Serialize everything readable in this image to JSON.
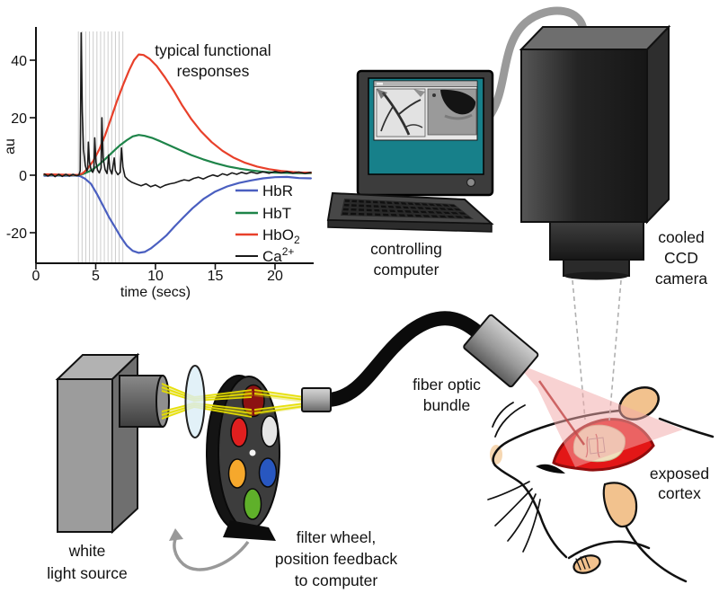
{
  "chart_data": {
    "type": "line",
    "title": [
      "typical functional",
      "responses"
    ],
    "ylabel": "au",
    "xlabel": "time (secs)",
    "xlim": [
      0,
      23
    ],
    "ylim": [
      -30,
      52
    ],
    "xticks": [
      0,
      5,
      10,
      15,
      20
    ],
    "yticks": [
      40,
      20,
      0,
      -20
    ],
    "grid": false,
    "legend_position": "lower right",
    "stimulus": {
      "t_start": 3.55,
      "t_end": 7.27,
      "count": 13,
      "color": "#cccccc"
    },
    "series": [
      {
        "name": "HbR",
        "label": "HbR",
        "color": "#4a5fc0",
        "points": [
          [
            0.7,
            -0.2
          ],
          [
            1.5,
            -0.1
          ],
          [
            2.5,
            -0.2
          ],
          [
            3.3,
            -0.1
          ],
          [
            3.7,
            -0.3
          ],
          [
            4.1,
            -1.2
          ],
          [
            4.6,
            -3
          ],
          [
            5.1,
            -6.5
          ],
          [
            5.6,
            -10.5
          ],
          [
            6.1,
            -14.5
          ],
          [
            6.6,
            -18
          ],
          [
            7.1,
            -21.5
          ],
          [
            7.6,
            -24.5
          ],
          [
            8.1,
            -26.3
          ],
          [
            8.6,
            -27
          ],
          [
            9.1,
            -26.7
          ],
          [
            9.6,
            -25.5
          ],
          [
            10.2,
            -23.5
          ],
          [
            10.9,
            -21
          ],
          [
            11.6,
            -17.8
          ],
          [
            12.3,
            -14.8
          ],
          [
            13.1,
            -11.5
          ],
          [
            14,
            -8.3
          ],
          [
            15,
            -5.7
          ],
          [
            16,
            -3.9
          ],
          [
            17,
            -2.7
          ],
          [
            18,
            -1.8
          ],
          [
            19,
            -1.1
          ],
          [
            20,
            -0.7
          ],
          [
            21,
            -0.6
          ],
          [
            22,
            -1
          ],
          [
            23,
            -1.1
          ]
        ]
      },
      {
        "name": "HbT",
        "label": "HbT",
        "color": "#1e8449",
        "points": [
          [
            0.7,
            0.1
          ],
          [
            2,
            0
          ],
          [
            3.5,
            0
          ],
          [
            4,
            0.5
          ],
          [
            4.6,
            1.6
          ],
          [
            5.2,
            3.4
          ],
          [
            5.8,
            5.6
          ],
          [
            6.4,
            8
          ],
          [
            7,
            10.3
          ],
          [
            7.6,
            12.2
          ],
          [
            8.1,
            13.5
          ],
          [
            8.6,
            14
          ],
          [
            9.1,
            13.7
          ],
          [
            9.7,
            13
          ],
          [
            10.4,
            11.8
          ],
          [
            11.2,
            10.3
          ],
          [
            12,
            8.8
          ],
          [
            13,
            7
          ],
          [
            14,
            5.5
          ],
          [
            15,
            4.2
          ],
          [
            16,
            3.1
          ],
          [
            17,
            2.3
          ],
          [
            18,
            1.7
          ],
          [
            19,
            1.2
          ],
          [
            20,
            0.9
          ],
          [
            21,
            0.8
          ],
          [
            22,
            0.7
          ],
          [
            23,
            0.7
          ]
        ]
      },
      {
        "name": "HbO2",
        "label": "HbO",
        "label_sub": "2",
        "color": "#e8402a",
        "points": [
          [
            0.7,
            0.3
          ],
          [
            2,
            0.2
          ],
          [
            3.5,
            0.1
          ],
          [
            3.9,
            0.6
          ],
          [
            4.3,
            2.2
          ],
          [
            4.8,
            5
          ],
          [
            5.3,
            9
          ],
          [
            5.8,
            14
          ],
          [
            6.3,
            20
          ],
          [
            6.8,
            26
          ],
          [
            7.3,
            31.5
          ],
          [
            7.8,
            36.5
          ],
          [
            8.2,
            40
          ],
          [
            8.6,
            42
          ],
          [
            9,
            41.8
          ],
          [
            9.5,
            40.5
          ],
          [
            10.1,
            38
          ],
          [
            10.8,
            34
          ],
          [
            11.5,
            29.5
          ],
          [
            12.2,
            24.5
          ],
          [
            13,
            19.5
          ],
          [
            13.8,
            15.3
          ],
          [
            14.7,
            11.5
          ],
          [
            15.6,
            8.5
          ],
          [
            16.5,
            6.2
          ],
          [
            17.5,
            4.3
          ],
          [
            18.5,
            3
          ],
          [
            19.5,
            2.1
          ],
          [
            20.5,
            1.5
          ],
          [
            21.5,
            1.1
          ],
          [
            22.3,
            0.9
          ],
          [
            23,
            0.9
          ]
        ]
      },
      {
        "name": "Ca2+",
        "label": "Ca",
        "label_sup": "2+",
        "color": "#1a1a1a",
        "points": [
          [
            0.7,
            0.4
          ],
          [
            1,
            -0.3
          ],
          [
            1.3,
            0.4
          ],
          [
            1.6,
            -0.5
          ],
          [
            1.9,
            0.3
          ],
          [
            2.2,
            -0.4
          ],
          [
            2.5,
            0.3
          ],
          [
            2.8,
            -0.3
          ],
          [
            3.1,
            0.3
          ],
          [
            3.4,
            -0.2
          ],
          [
            3.6,
            0.1
          ],
          [
            3.7,
            1.5
          ],
          [
            3.78,
            49.5
          ],
          [
            3.88,
            22
          ],
          [
            3.98,
            9
          ],
          [
            4.12,
            3.5
          ],
          [
            4.25,
            1.5
          ],
          [
            4.32,
            2
          ],
          [
            4.38,
            11.5
          ],
          [
            4.48,
            4.5
          ],
          [
            4.62,
            1.8
          ],
          [
            4.75,
            1
          ],
          [
            4.85,
            2
          ],
          [
            4.92,
            13
          ],
          [
            5.02,
            4.5
          ],
          [
            5.15,
            1.8
          ],
          [
            5.3,
            0.8
          ],
          [
            5.45,
            2.5
          ],
          [
            5.52,
            20
          ],
          [
            5.62,
            6
          ],
          [
            5.78,
            2
          ],
          [
            5.95,
            0.6
          ],
          [
            6.08,
            7
          ],
          [
            6.18,
            2.2
          ],
          [
            6.35,
            0.4
          ],
          [
            6.55,
            6
          ],
          [
            6.65,
            1.6
          ],
          [
            6.85,
            0.2
          ],
          [
            7.05,
            1
          ],
          [
            7.15,
            9.5
          ],
          [
            7.28,
            2.8
          ],
          [
            7.45,
            -0.5
          ],
          [
            7.7,
            -1.6
          ],
          [
            8,
            -2.4
          ],
          [
            8.4,
            -3.1
          ],
          [
            8.8,
            -3.7
          ],
          [
            9.2,
            -3
          ],
          [
            9.6,
            -4
          ],
          [
            10,
            -3.4
          ],
          [
            10.4,
            -4.3
          ],
          [
            10.8,
            -3.5
          ],
          [
            11.2,
            -3
          ],
          [
            11.6,
            -2.7
          ],
          [
            12,
            -2.1
          ],
          [
            12.4,
            -1.6
          ],
          [
            12.8,
            -1.9
          ],
          [
            13.2,
            -1.1
          ],
          [
            13.6,
            -0.7
          ],
          [
            14,
            -1.3
          ],
          [
            14.4,
            -0.5
          ],
          [
            14.8,
            0.1
          ],
          [
            15.2,
            -0.4
          ],
          [
            15.6,
            0.5
          ],
          [
            16,
            0
          ],
          [
            16.4,
            0.8
          ],
          [
            16.8,
            0.3
          ],
          [
            17.2,
            1
          ],
          [
            17.6,
            0.5
          ],
          [
            18,
            1.1
          ],
          [
            18.5,
            0.6
          ],
          [
            19,
            1.2
          ],
          [
            19.5,
            0.7
          ],
          [
            20,
            1.3
          ],
          [
            20.5,
            0.8
          ],
          [
            21,
            1.2
          ],
          [
            21.5,
            0.7
          ],
          [
            22,
            1.1
          ],
          [
            22.5,
            0.6
          ],
          [
            23,
            1
          ]
        ]
      }
    ]
  },
  "labels": {
    "computer": [
      "controlling",
      "computer"
    ],
    "camera": [
      "cooled",
      "CCD",
      "camera"
    ],
    "fiber": [
      "fiber optic",
      "bundle"
    ],
    "wheel": [
      "filter wheel,",
      "position feedback",
      "to computer"
    ],
    "light": [
      "white",
      "light source"
    ],
    "cortex": [
      "exposed",
      "cortex"
    ]
  },
  "colors": {
    "screen_teal": "#17808a",
    "beam_yellow": "#e6de00",
    "cortex_red": "#e31717",
    "cortex_outline": "#8f0d0d",
    "filter_dark_red": "#8c1212",
    "filter_red": "#e01f1f",
    "filter_white": "#e6e6e6",
    "filter_orange": "#f6a82c",
    "filter_blue": "#2857c0",
    "filter_green": "#5fb02a",
    "fur_tan": "#f2c28e"
  }
}
